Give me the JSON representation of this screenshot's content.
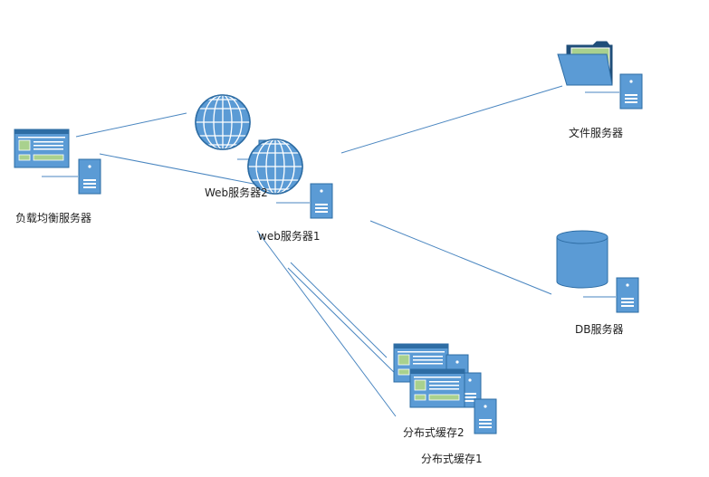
{
  "colors": {
    "line": "#4a86c0",
    "fill": "#5b9bd5",
    "stroke": "#2e6da4",
    "green": "#a9d18e",
    "dark": "#1f4e79"
  },
  "nodes": {
    "load_balancer": {
      "label": "负载均衡服务器",
      "icon": "window-server-icon"
    },
    "web2": {
      "label": "Web服务器2",
      "icon": "globe-server-icon"
    },
    "web1": {
      "label": "web服务器1",
      "icon": "globe-server-icon"
    },
    "file_server": {
      "label": "文件服务器",
      "icon": "folder-server-icon"
    },
    "db_server": {
      "label": "DB服务器",
      "icon": "database-server-icon"
    },
    "cache2": {
      "label": "分布式缓存2",
      "icon": "window-server-icon"
    },
    "cache1": {
      "label": "分布式缓存1",
      "icon": "window-server-icon"
    }
  }
}
